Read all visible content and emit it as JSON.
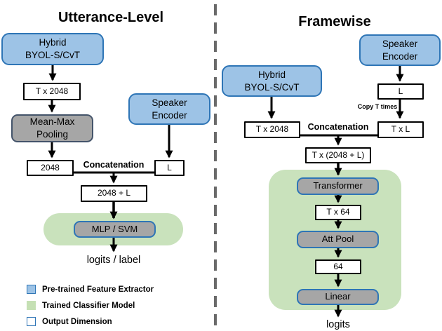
{
  "left": {
    "title": "Utterance-Level",
    "hybrid_extractor": "Hybrid\nBYOL-S/CvT",
    "t2048": "T x 2048",
    "pooling": "Mean-Max\nPooling",
    "dim_2048": "2048",
    "concatenation": "Concatenation",
    "dim_l": "L",
    "speaker_encoder": "Speaker\nEncoder",
    "sum_dim": "2048 + L",
    "classifier": "MLP / SVM",
    "output": "logits / label"
  },
  "right": {
    "title": "Framewise",
    "speaker_encoder": "Speaker\nEncoder",
    "hybrid_extractor": "Hybrid\nBYOL-S/CvT",
    "dim_l": "L",
    "copy_note": "Copy T times",
    "t2048": "T x 2048",
    "concatenation": "Concatenation",
    "txl": "T x L",
    "concat_dim": "T x (2048 + L)",
    "transformer": "Transformer",
    "t64": "T x 64",
    "att_pool": "Att Pool",
    "dim_64": "64",
    "linear": "Linear",
    "output": "logits"
  },
  "legend": {
    "items": [
      {
        "swatch": "blue",
        "label": "Pre-trained Feature Extractor"
      },
      {
        "swatch": "green",
        "label": "Trained Classifier Model"
      },
      {
        "swatch": "white",
        "label": "Output Dimension"
      }
    ]
  },
  "colors": {
    "extractor_fill": "#9DC3E6",
    "extractor_border": "#2E75B6",
    "classifier_region_fill": "#C5E0B4",
    "trained_block_fill": "#A6A6A6",
    "divider_gray": "#6A6A6A",
    "arrow_black": "#000000"
  }
}
